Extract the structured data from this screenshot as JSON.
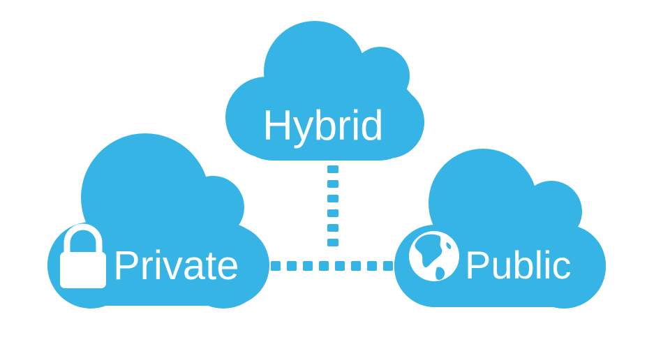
{
  "colors": {
    "cloud": "#35B4E5",
    "icon": "#ffffff",
    "text": "#ffffff",
    "background": "#ffffff"
  },
  "clouds": {
    "hybrid": {
      "label": "Hybrid"
    },
    "private": {
      "label": "Private",
      "icon": "padlock-icon"
    },
    "public": {
      "label": "Public",
      "icon": "globe-icon"
    }
  }
}
